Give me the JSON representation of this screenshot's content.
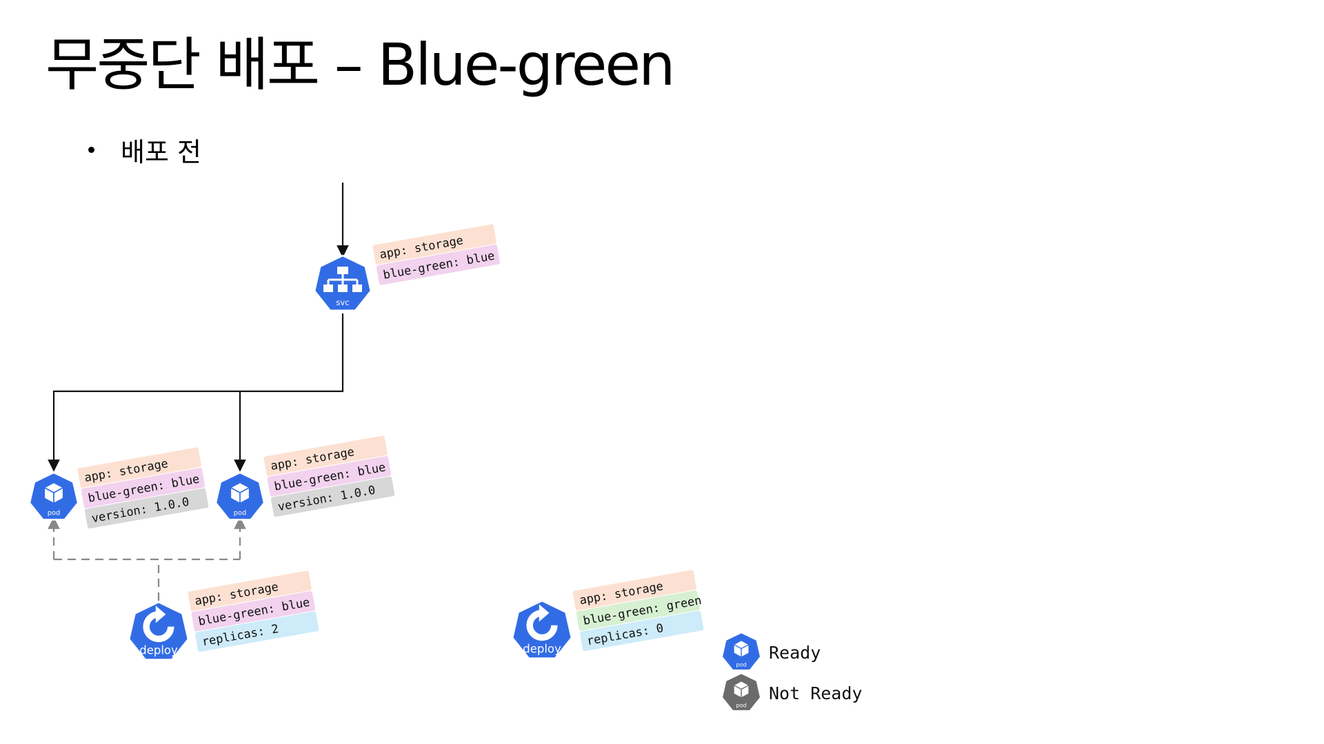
{
  "title": "무중단 배포 – Blue-green",
  "bullet": "배포 전",
  "colors": {
    "k8s_blue": "#326CE5",
    "k8s_gray": "#6B6B6B",
    "label_app": "#FCE1D2",
    "label_blue_green_blue": "#F2D2EE",
    "label_blue_green_green": "#D7F0D2",
    "label_version": "#D7D7D7",
    "label_replicas": "#CDEBF9"
  },
  "service": {
    "icon": "kubernetes-service-icon",
    "icon_text": "svc",
    "labels": [
      "app: storage",
      "blue-green: blue"
    ]
  },
  "pods": [
    {
      "icon": "kubernetes-pod-icon",
      "icon_text": "pod",
      "status": "Ready",
      "labels": [
        "app: storage",
        "blue-green: blue",
        "version: 1.0.0"
      ]
    },
    {
      "icon": "kubernetes-pod-icon",
      "icon_text": "pod",
      "status": "Ready",
      "labels": [
        "app: storage",
        "blue-green: blue",
        "version: 1.0.0"
      ]
    }
  ],
  "deployments": [
    {
      "icon": "kubernetes-deploy-icon",
      "icon_text": "deploy",
      "labels": [
        "app: storage",
        "blue-green: blue",
        "replicas: 2"
      ]
    },
    {
      "icon": "kubernetes-deploy-icon",
      "icon_text": "deploy",
      "labels": [
        "app: storage",
        "blue-green: green",
        "replicas: 0"
      ]
    }
  ],
  "legend": [
    {
      "icon": "kubernetes-pod-icon",
      "icon_text": "pod",
      "label": "Ready",
      "color": "#326CE5"
    },
    {
      "icon": "kubernetes-pod-icon",
      "icon_text": "pod",
      "label": "Not Ready",
      "color": "#6B6B6B"
    }
  ]
}
